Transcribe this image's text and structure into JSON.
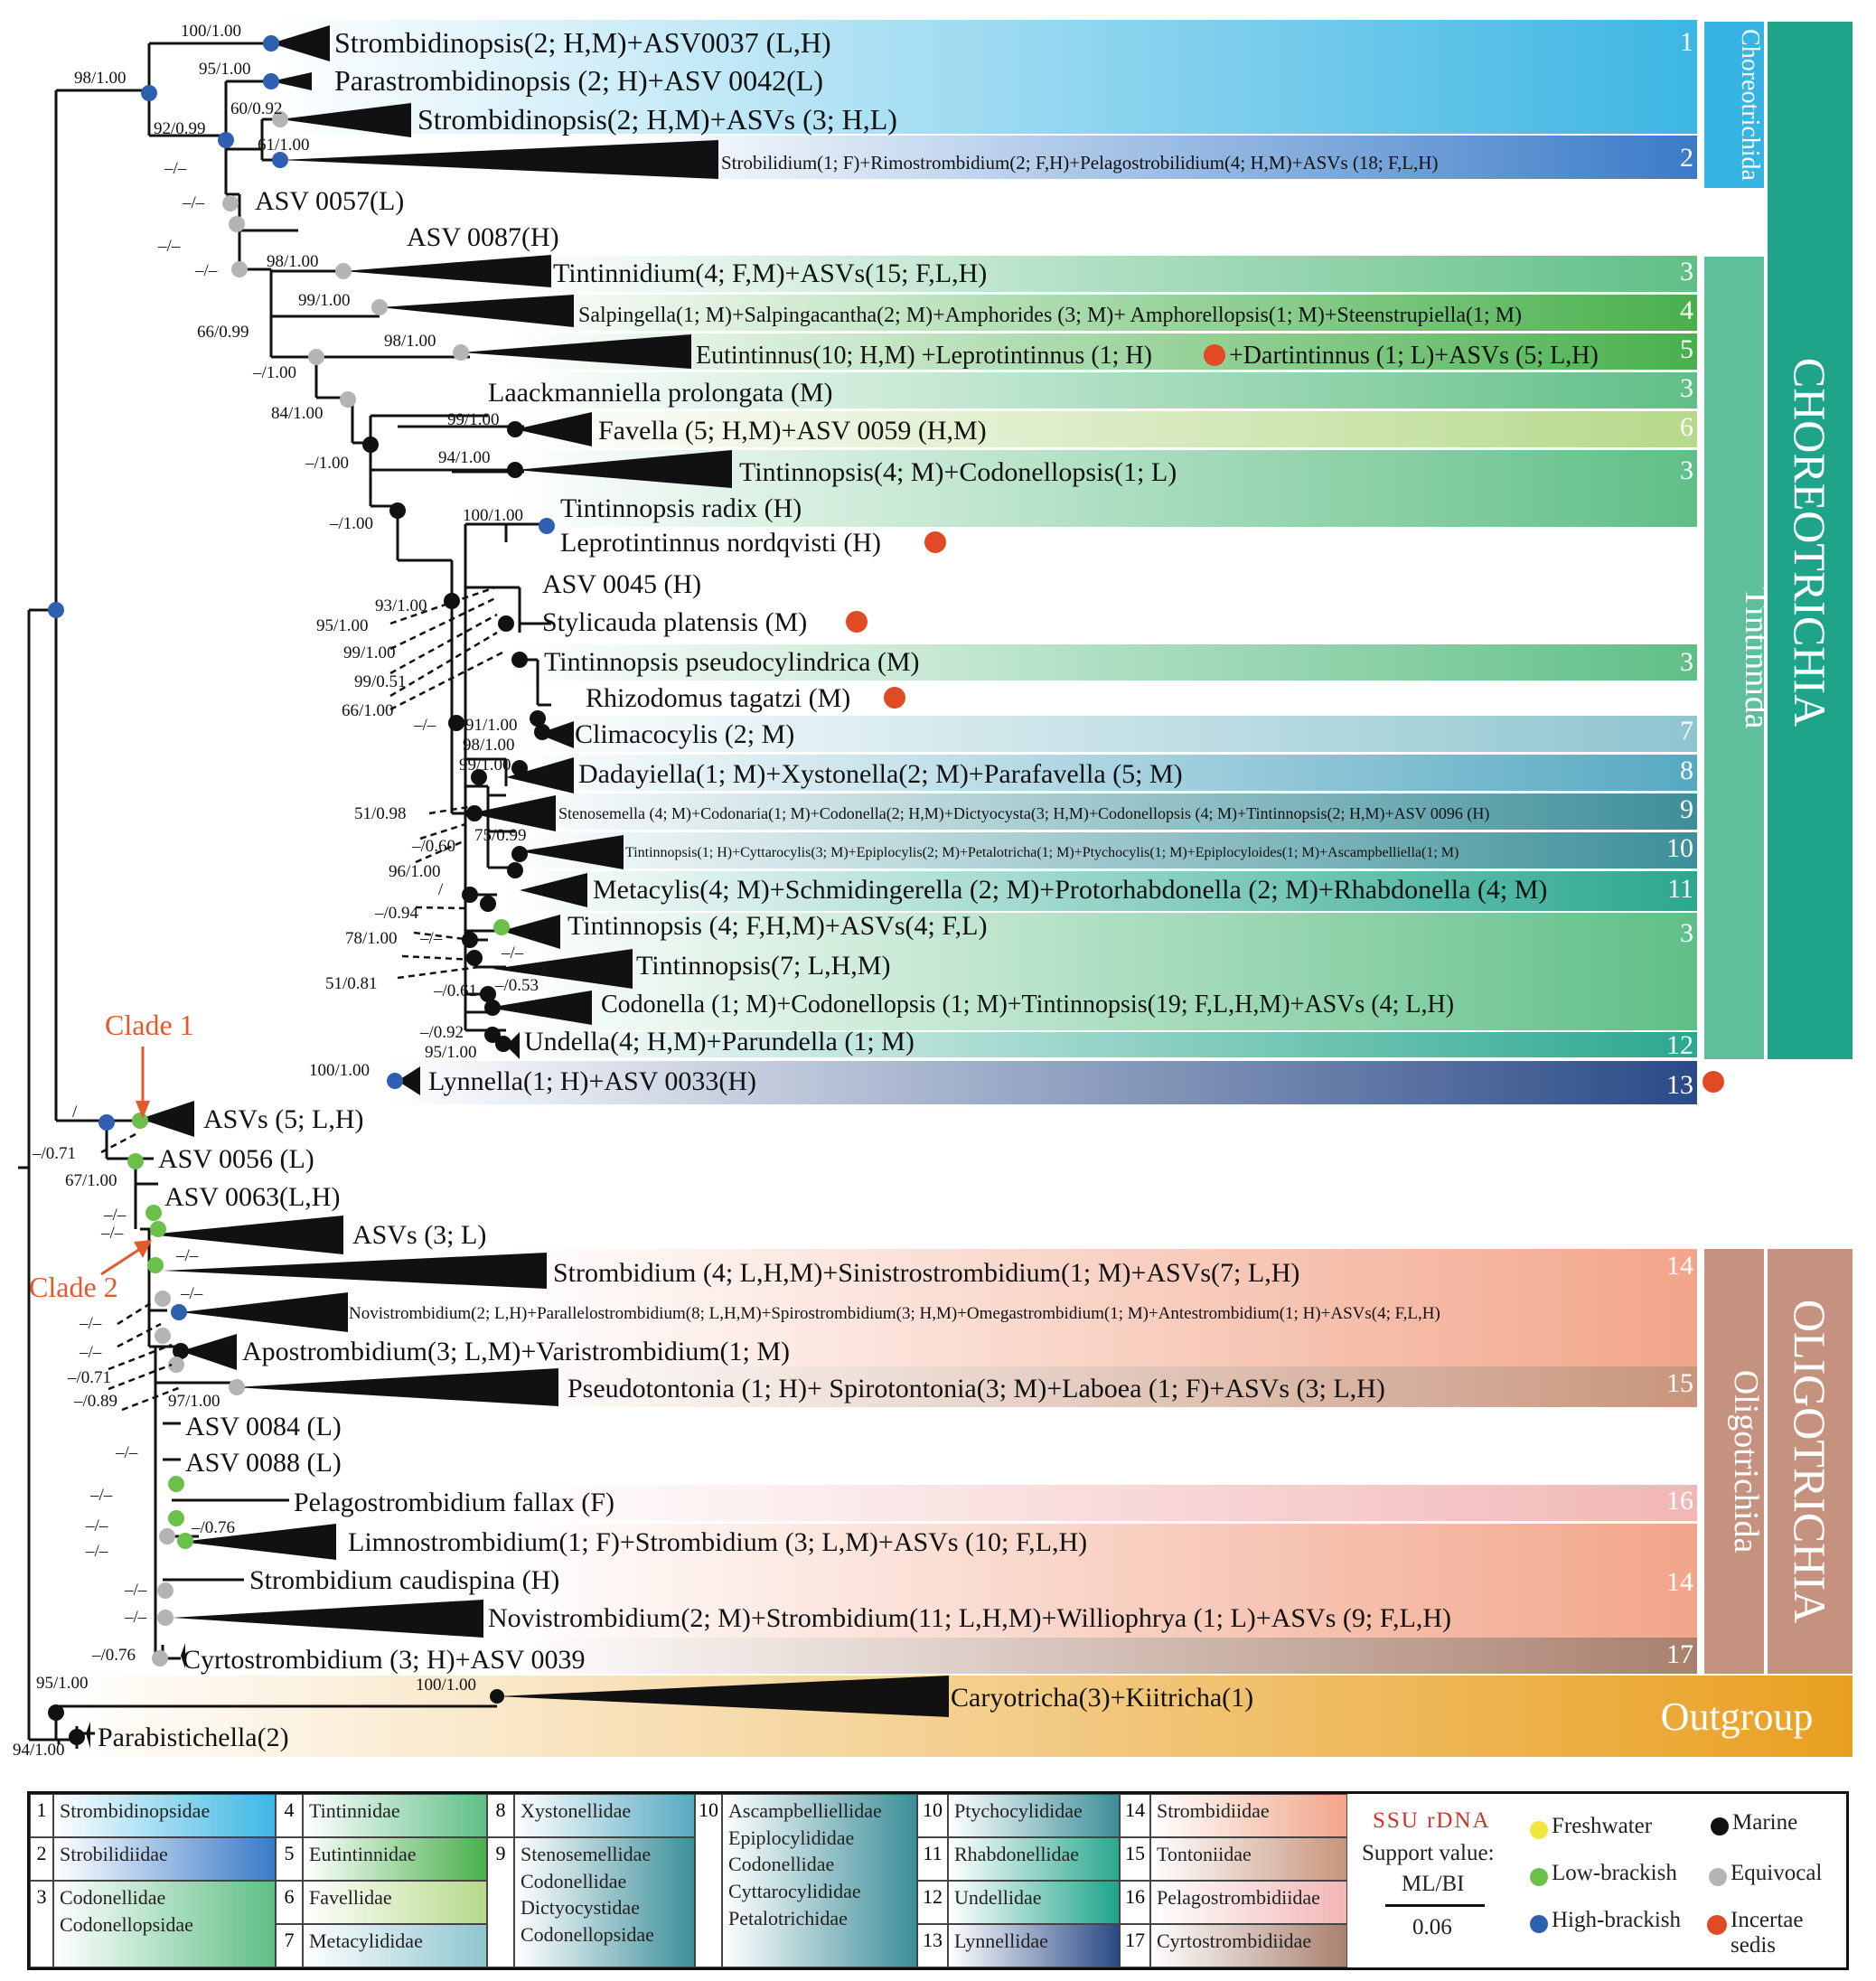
{
  "taxa": [
    {
      "id": "t1",
      "label": "Strombidinopsis(2; H,M)+ASV0037 (L,H)",
      "support": "100/1.00"
    },
    {
      "id": "t2",
      "label": "Parastrombidinopsis (2; H)+ASV 0042(L)",
      "support": "95/1.00"
    },
    {
      "id": "t3",
      "label": "Strombidinopsis(2; H,M)+ASVs (3; H,L)",
      "support": "60/0.92"
    },
    {
      "id": "t4",
      "label": "Strobilidium(1; F)+Rimostrombidium(2; F,H)+Pelagostrobilidium(4; H,M)+ASVs (18; F,L,H)",
      "support": "61/1.00"
    },
    {
      "id": "t5",
      "label": "ASV 0057(L)"
    },
    {
      "id": "t6",
      "label": "ASV 0087(H)"
    },
    {
      "id": "t7",
      "label": "Tintinnidium(4; F,M)+ASVs(15; F,L,H)",
      "support": "98/1.00"
    },
    {
      "id": "t8",
      "label": "Salpingella(1; M)+Salpingacantha(2; M)+Amphorides (3; M)+ Amphorellopsis(1; M)+Steenstrupiella(1; M)",
      "support": "99/1.00"
    },
    {
      "id": "t9",
      "label": "Eutintinnus(10; H,M) +Leprotintinnus (1; H)",
      "label2": "+Dartintinnus (1; L)+ASVs (5; L,H)",
      "support": "98/1.00"
    },
    {
      "id": "t10",
      "label": "Laackmanniella prolongata (M)"
    },
    {
      "id": "t11",
      "label": "Favella (5; H,M)+ASV 0059 (H,M)",
      "support": "99/1.00"
    },
    {
      "id": "t12",
      "label": "Tintinnopsis(4; M)+Codonellopsis(1; L)",
      "support": "94/1.00"
    },
    {
      "id": "t13",
      "label": "Tintinnopsis radix (H)",
      "support": "100/1.00"
    },
    {
      "id": "t14",
      "label": "Leprotintinnus nordqvisti (H)"
    },
    {
      "id": "t15",
      "label": "ASV 0045 (H)"
    },
    {
      "id": "t16",
      "label": "Stylicauda platensis (M)"
    },
    {
      "id": "t17",
      "label": "Tintinnopsis pseudocylindrica (M)"
    },
    {
      "id": "t18",
      "label": "Rhizodomus tagatzi (M)"
    },
    {
      "id": "t19",
      "label": "Climacocylis (2; M)"
    },
    {
      "id": "t20",
      "label": "Dadayiella(1; M)+Xystonella(2; M)+Parafavella (5; M)"
    },
    {
      "id": "t21",
      "label": "Stenosemella (4; M)+Codonaria(1; M)+Codonella(2; H,M)+Dictyocysta(3; H,M)+Codonellopsis (4; M)+Tintinnopsis(2; H,M)+ASV 0096 (H)"
    },
    {
      "id": "t22",
      "label": "Tintinnopsis(1; H)+Cyttarocylis(3; M)+Epiplocylis(2; M)+Petalotricha(1; M)+Ptychocylis(1; M)+Epiplocyloides(1; M)+Ascampbelliella(1; M)"
    },
    {
      "id": "t23",
      "label": "Metacylis(4; M)+Schmidingerella (2; M)+Protorhabdonella (2; M)+Rhabdonella (4; M)"
    },
    {
      "id": "t24",
      "label": "Tintinnopsis (4; F,H,M)+ASVs(4; F,L)"
    },
    {
      "id": "t25",
      "label": "Tintinnopsis(7; L,H,M)"
    },
    {
      "id": "t26",
      "label": "Codonella (1; M)+Codonellopsis (1; M)+Tintinnopsis(19; F,L,H,M)+ASVs (4; L,H)"
    },
    {
      "id": "t27",
      "label": "Undella(4; H,M)+Parundella (1; M)"
    },
    {
      "id": "t28",
      "label": "Lynnella(1; H)+ASV 0033(H)",
      "support": "100/1.00"
    },
    {
      "id": "t29",
      "label": "ASVs (5; L,H)"
    },
    {
      "id": "t30",
      "label": "ASV 0056 (L)"
    },
    {
      "id": "t31",
      "label": "ASV 0063(L,H)"
    },
    {
      "id": "t32",
      "label": "ASVs (3; L)"
    },
    {
      "id": "t33",
      "label": "Strombidium (4; L,H,M)+Sinistrostrombidium(1; M)+ASVs(7; L,H)"
    },
    {
      "id": "t34",
      "label": "Novistrombidium(2; L,H)+Parallelostrombidium(8; L,H,M)+Spirostrombidium(3; H,M)+Omegastrombidium(1; M)+Antestrombidium(1; H)+ASVs(4; F,L,H)"
    },
    {
      "id": "t35",
      "label": "Apostrombidium(3; L,M)+Varistrombidium(1; M)"
    },
    {
      "id": "t36",
      "label": "Pseudotontonia (1; H)+ Spirotontonia(3; M)+Laboea (1; F)+ASVs (3; L,H)",
      "support": "97/1.00"
    },
    {
      "id": "t37",
      "label": "ASV 0084 (L)"
    },
    {
      "id": "t38",
      "label": "ASV 0088 (L)"
    },
    {
      "id": "t39",
      "label": "Pelagostrombidium fallax (F)"
    },
    {
      "id": "t40",
      "label": "Limnostrombidium(1; F)+Strombidium (3; L,M)+ASVs (10; F,L,H)"
    },
    {
      "id": "t41",
      "label": "Strombidium caudispina (H)"
    },
    {
      "id": "t42",
      "label": "Novistrombidium(2; M)+Strombidium(11; L,H,M)+Williophrya (1; L)+ASVs (9; F,L,H)"
    },
    {
      "id": "t43",
      "label": "Cyrtostrombidium (3; H)+ASV 0039"
    },
    {
      "id": "t44",
      "label": "Caryotricha(3)+Kiitricha(1)",
      "support": "100/1.00"
    },
    {
      "id": "t45",
      "label": "Parabistichella(2)"
    }
  ],
  "supports": {
    "s98": "98/1.00",
    "s92": "92/0.99",
    "sdash": "–/–",
    "sm1": "–/1.00",
    "s66": "66/0.99",
    "s84": "84/1.00",
    "s93": "93/1.00",
    "s95a": "95/1.00",
    "s99a": "99/1.00",
    "s99b": "99/0.51",
    "s66b": "66/1.00",
    "s91": "91/1.00",
    "s98b": "98/1.00",
    "s99c": "99/1.00",
    "s51": "51/0.98",
    "s060": "–/0.60",
    "s75": "75/0.99",
    "s96": "96/1.00",
    "sslash": "/",
    "s094": "–/0.94",
    "s78": "78/1.00",
    "s51b": "51/0.81",
    "s061": "–/0.61",
    "s053": "–/0.53",
    "s092": "–/0.92",
    "s95b": "95/1.00",
    "s071": "–/0.71",
    "s67": "67/1.00",
    "s071b": "–/0.71",
    "s089": "–/0.89",
    "s076": "–/0.76",
    "s076b": "–/0.76",
    "s95c": "95/1.00",
    "s94": "94/1.00"
  },
  "clade_labels": {
    "clade1": "Clade 1",
    "clade2": "Clade 2"
  },
  "bar_numbers": [
    "1",
    "2",
    "3",
    "4",
    "5",
    "3",
    "6",
    "3",
    "3",
    "7",
    "8",
    "9",
    "10",
    "11",
    "3",
    "12",
    "13",
    "14",
    "15",
    "16",
    "14",
    "17"
  ],
  "groups": {
    "choreotrichida": "Choreotrichida",
    "tintinnida": "Tintinnida",
    "choreotrichia": "CHOREOTRICHIA",
    "oligotrichida": "Oligotrichida",
    "oligotrichia": "OLIGOTRICHIA",
    "outgroup": "Outgroup"
  },
  "colors": {
    "marine": "#111111",
    "freshwater": "#f0e63c",
    "low_brackish": "#6cc04a",
    "equivocal": "#b4b4b4",
    "high_brackish": "#2f5fb0",
    "incertae": "#e04a24",
    "choreotrichia": "#1fa48a",
    "oligotrichia": "#c69280",
    "outgroup": "#e9a021",
    "clade": "#e05a2a"
  },
  "legend": {
    "families": [
      {
        "n": "1",
        "names": [
          "Strombidinopsidae"
        ]
      },
      {
        "n": "2",
        "names": [
          "Strobilidiidae"
        ]
      },
      {
        "n": "3",
        "names": [
          "Codonellidae",
          "Codonellopsidae"
        ]
      },
      {
        "n": "4",
        "names": [
          "Tintinnidae"
        ]
      },
      {
        "n": "5",
        "names": [
          "Eutintinnidae"
        ]
      },
      {
        "n": "6",
        "names": [
          "Favellidae"
        ]
      },
      {
        "n": "7",
        "names": [
          "Metacylididae"
        ]
      },
      {
        "n": "8",
        "names": [
          "Xystonellidae"
        ]
      },
      {
        "n": "9",
        "names": [
          "Stenosemellidae",
          "Codonellidae",
          "Dictyocystidae",
          "Codonellopsidae"
        ]
      },
      {
        "n": "10",
        "names": [
          "Ascampbelliellidae",
          "Epiplocylididae",
          "Codonellidae",
          "Cyttarocylididae",
          "Petalotrichidae"
        ]
      },
      {
        "n": "10b",
        "label": "10",
        "names": [
          "Ptychocylididae"
        ]
      },
      {
        "n": "11",
        "names": [
          "Rhabdonellidae"
        ]
      },
      {
        "n": "12",
        "names": [
          "Undellidae"
        ]
      },
      {
        "n": "13",
        "names": [
          "Lynnellidae"
        ]
      },
      {
        "n": "14",
        "names": [
          "Strombidiidae"
        ]
      },
      {
        "n": "15",
        "names": [
          "Tontoniidae"
        ]
      },
      {
        "n": "16",
        "names": [
          "Pelagostrombidiidae"
        ]
      },
      {
        "n": "17",
        "names": [
          "Cyrtostrombidiidae"
        ]
      }
    ],
    "key": {
      "title": "SSU rDNA",
      "support_label": "Support value:",
      "mlbi": "ML/BI",
      "scale": "0.06",
      "freshwater": "Freshwater",
      "marine": "Marine",
      "low_brackish": "Low-brackish",
      "equivocal": "Equivocal",
      "high_brackish": "High-brackish",
      "incertae": "Incertae sedis"
    }
  }
}
